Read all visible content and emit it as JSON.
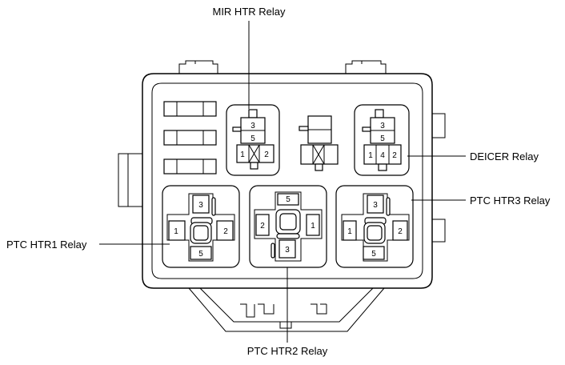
{
  "labels": {
    "mir_htr": "MIR HTR Relay",
    "deicer": "DEICER Relay",
    "ptc_htr3": "PTC HTR3 Relay",
    "ptc_htr1": "PTC HTR1 Relay",
    "ptc_htr2": "PTC HTR2 Relay"
  },
  "pins": {
    "mir": [
      "3",
      "5",
      "1",
      "2"
    ],
    "deicer": [
      "3",
      "5",
      "1",
      "4",
      "2"
    ],
    "ptc1": [
      "3",
      "1",
      "2",
      "5"
    ],
    "ptc2": [
      "5",
      "2",
      "1",
      "3"
    ],
    "ptc3": [
      "3",
      "1",
      "2",
      "5"
    ]
  }
}
